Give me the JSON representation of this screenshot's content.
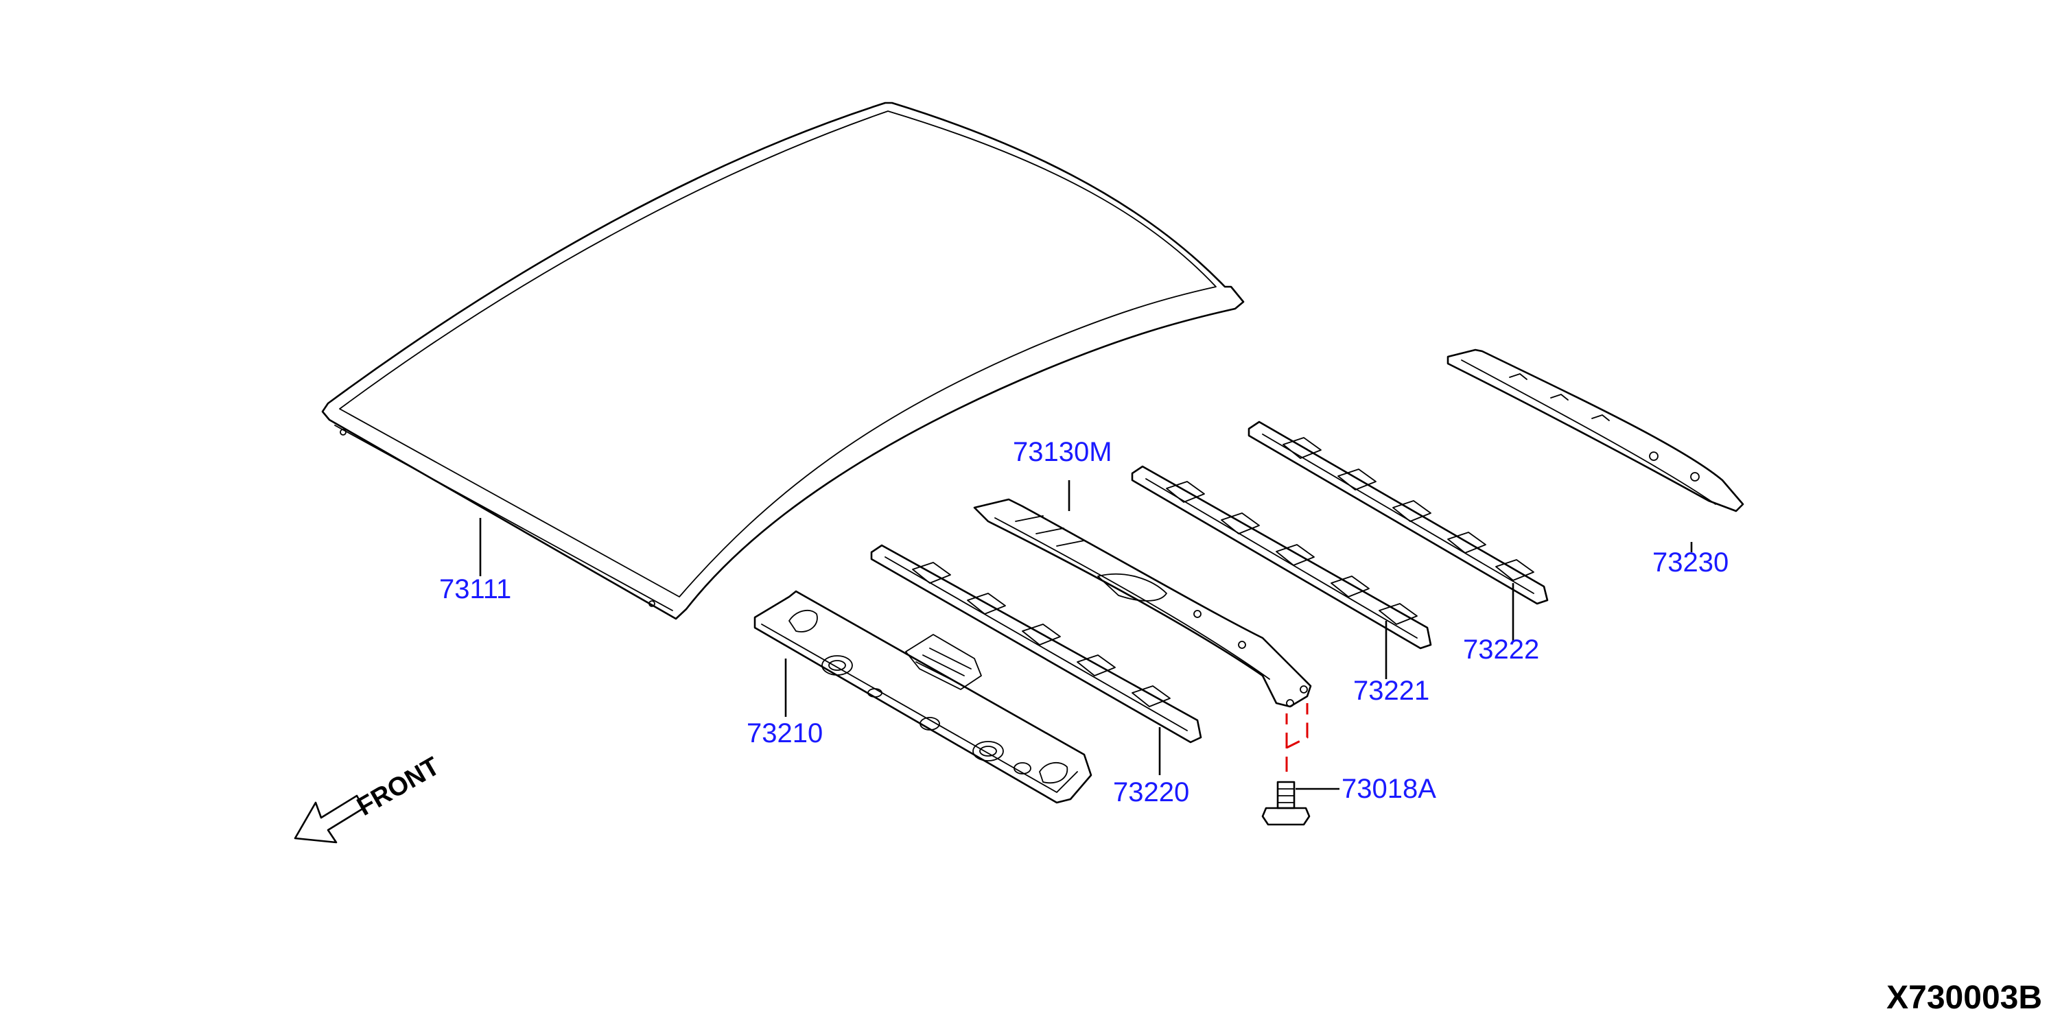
{
  "diagram": {
    "code": "X730003B",
    "front_label": "FRONT",
    "colors": {
      "label": "#1a1aff",
      "line": "#000000",
      "fastener_guide": "#e00000"
    },
    "parts": [
      {
        "id": "roof_panel",
        "number": "73111"
      },
      {
        "id": "front_rail",
        "number": "73210"
      },
      {
        "id": "roof_bow_1",
        "number": "73220"
      },
      {
        "id": "roof_bow_center",
        "number": "73130M"
      },
      {
        "id": "roof_bow_2",
        "number": "73221"
      },
      {
        "id": "roof_bow_3",
        "number": "73222"
      },
      {
        "id": "rear_rail",
        "number": "73230"
      },
      {
        "id": "bolt",
        "number": "73018A"
      }
    ]
  }
}
